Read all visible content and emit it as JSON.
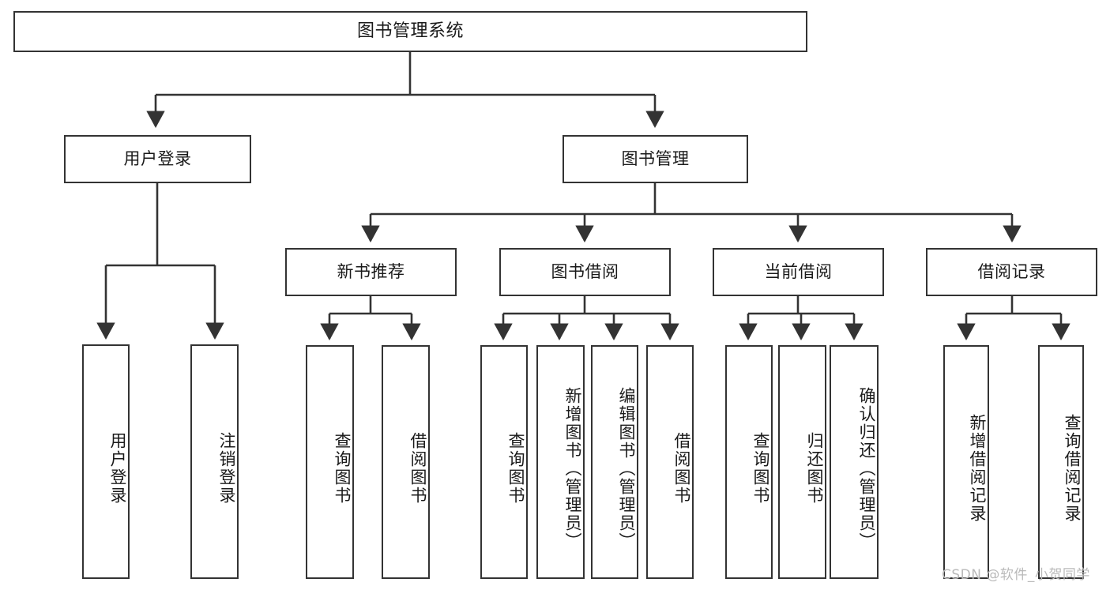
{
  "diagram": {
    "title": "图书管理系统",
    "type": "hierarchy-tree",
    "levels": 4,
    "nodes": {
      "root": {
        "label": "图书管理系统"
      },
      "level2": [
        {
          "id": "user-login",
          "label": "用户登录"
        },
        {
          "id": "book-manage",
          "label": "图书管理"
        }
      ],
      "level3": [
        {
          "id": "new-book-recommend",
          "label": "新书推荐",
          "parent": "book-manage"
        },
        {
          "id": "book-borrow",
          "label": "图书借阅",
          "parent": "book-manage"
        },
        {
          "id": "current-borrow",
          "label": "当前借阅",
          "parent": "book-manage"
        },
        {
          "id": "borrow-record",
          "label": "借阅记录",
          "parent": "book-manage"
        }
      ],
      "leaves": [
        {
          "id": "leaf-user-login",
          "label": "用户登录",
          "parent": "user-login"
        },
        {
          "id": "leaf-logout-login",
          "label": "注销登录",
          "parent": "user-login"
        },
        {
          "id": "leaf-query-book-1",
          "label": "查询图书",
          "parent": "new-book-recommend"
        },
        {
          "id": "leaf-borrow-book-1",
          "label": "借阅图书",
          "parent": "new-book-recommend"
        },
        {
          "id": "leaf-query-book-2",
          "label": "查询图书",
          "parent": "book-borrow"
        },
        {
          "id": "leaf-add-book",
          "label": "新增图书（管理员）",
          "parent": "book-borrow"
        },
        {
          "id": "leaf-edit-book",
          "label": "编辑图书（管理员）",
          "parent": "book-borrow"
        },
        {
          "id": "leaf-borrow-book-2",
          "label": "借阅图书",
          "parent": "book-borrow"
        },
        {
          "id": "leaf-query-book-3",
          "label": "查询图书",
          "parent": "current-borrow"
        },
        {
          "id": "leaf-return-book",
          "label": "归还图书",
          "parent": "current-borrow"
        },
        {
          "id": "leaf-confirm-return",
          "label": "确认归还（管理员）",
          "parent": "current-borrow"
        },
        {
          "id": "leaf-add-record",
          "label": "新增借阅记录",
          "parent": "borrow-record"
        },
        {
          "id": "leaf-query-record",
          "label": "查询借阅记录",
          "parent": "borrow-record"
        }
      ]
    },
    "watermark": "CSDN @软件_小贺同学",
    "colors": {
      "border": "#333333",
      "text": "#1a1a1a",
      "background": "#ffffff",
      "connector": "#333333",
      "watermark": "#b9b9b9"
    }
  }
}
